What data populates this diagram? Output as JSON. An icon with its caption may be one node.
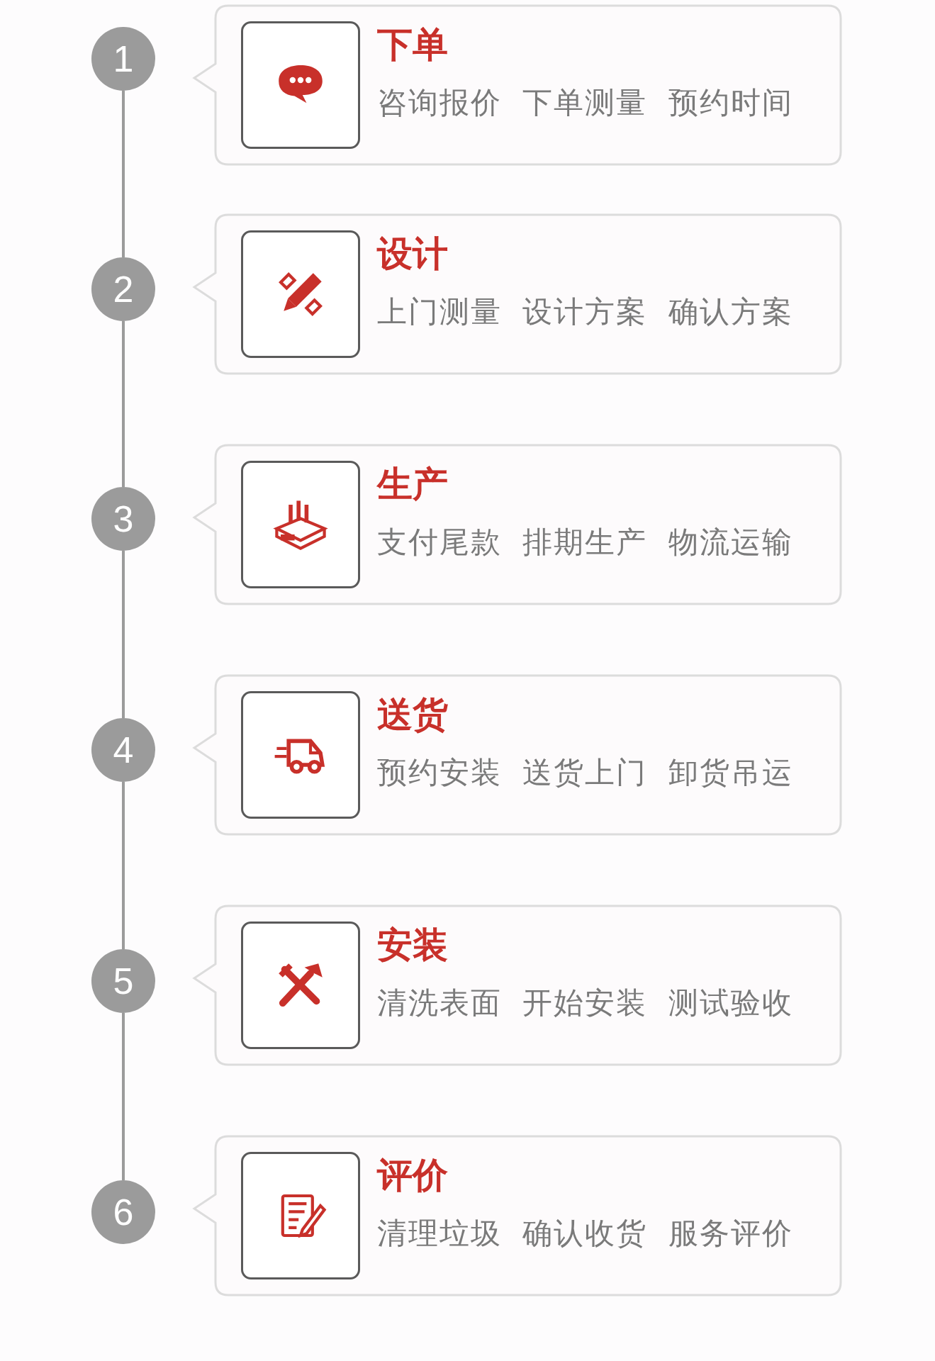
{
  "diagram": {
    "nodes": [
      {
        "text": [
          "1"
        ]
      },
      {
        "text": [
          "下单",
          "咨询报价 下单测量 预约时间"
        ]
      },
      {
        "text": [],
        "shape": "box",
        "in": 1
      },
      {
        "text": [
          "2"
        ]
      },
      {
        "text": [
          "设计",
          "上门测量 设计方案 确认方案"
        ]
      },
      {
        "text": [],
        "shape": "box",
        "in": 4
      },
      {
        "text": [
          "3"
        ]
      },
      {
        "text": [
          "生产",
          "支付尾款 排期生产 物流运输"
        ]
      },
      {
        "text": [],
        "shape": "box",
        "in": 7
      },
      {
        "text": [
          "4"
        ]
      },
      {
        "text": [
          "送货",
          "预约安装 送货上门 卸货吊运"
        ]
      },
      {
        "text": [],
        "shape": "box",
        "in": 10
      },
      {
        "text": [
          "5"
        ]
      },
      {
        "text": [
          "安装",
          "清洗表面 开始安装 测试验收"
        ]
      },
      {
        "text": [],
        "shape": "box",
        "in": 13
      },
      {
        "text": [
          "6"
        ]
      },
      {
        "text": [
          "评价",
          "清理垃圾 确认收货 服务评价"
        ]
      },
      {
        "text": [],
        "shape": "box",
        "in": 16
      }
    ],
    "edges": [
      {
        "from": 0,
        "to": 3,
        "arrow": "none"
      },
      {
        "from": 3,
        "to": 6,
        "arrow": "none"
      },
      {
        "from": 6,
        "to": 9,
        "arrow": "none"
      },
      {
        "from": 9,
        "to": 12,
        "arrow": "none"
      },
      {
        "from": 12,
        "to": 15,
        "arrow": "none"
      }
    ]
  }
}
